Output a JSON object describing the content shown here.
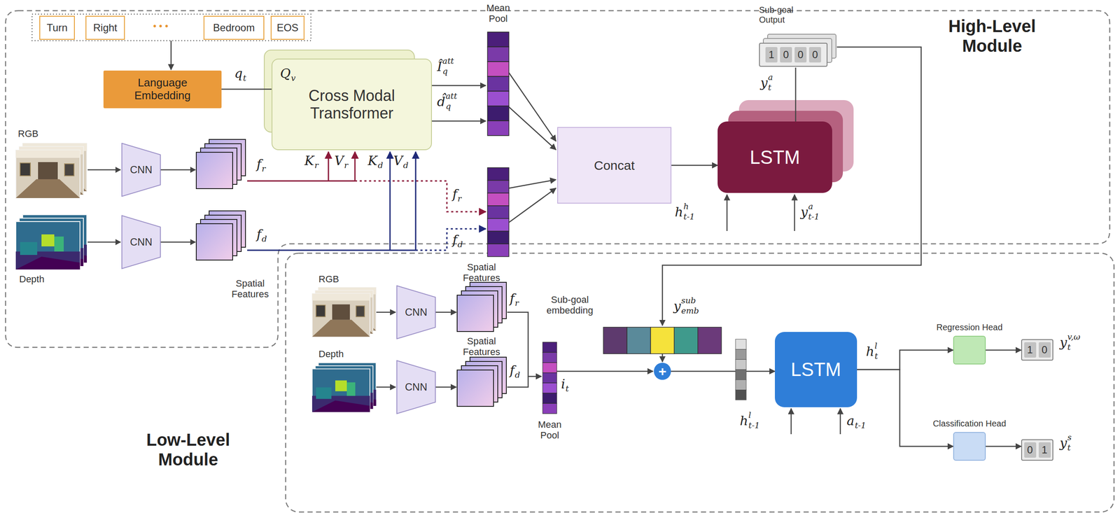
{
  "diagram": {
    "nodes": [
      {
        "text": [
          "High-Level Module"
        ]
      },
      {
        "text": [
          "Turn"
        ],
        "in": 0
      },
      {
        "text": [
          "Right"
        ],
        "in": 0
      },
      {
        "text": [
          "Bedroom"
        ],
        "in": 0
      },
      {
        "text": [
          "EOS"
        ],
        "in": 0
      },
      {
        "text": [
          "Language Embedding"
        ],
        "in": 0
      },
      {
        "text": [
          "Cross Modal Transformer"
        ],
        "in": 0
      },
      {
        "text": [
          "Sub-goal Output",
          "1",
          "0",
          "0",
          "0"
        ],
        "in": 0
      },
      {
        "text": [
          "CNN"
        ],
        "in": 0
      },
      {
        "text": [
          "CNN"
        ],
        "in": 0
      },
      {
        "text": [
          "Concat"
        ],
        "in": 0
      },
      {
        "text": [
          "LSTM"
        ],
        "in": 0
      },
      {
        "text": [
          "Low-Level Module"
        ]
      },
      {
        "text": [
          "CNN"
        ],
        "in": 12
      },
      {
        "text": [
          "CNN"
        ],
        "in": 12
      },
      {
        "text": [
          "+"
        ],
        "in": 12
      },
      {
        "text": [
          "LSTM"
        ],
        "in": 12
      },
      {
        "text": [
          "Regression Head"
        ],
        "in": 12
      },
      {
        "text": [
          "1",
          "0"
        ],
        "in": 12
      },
      {
        "text": [
          "Classification Head"
        ],
        "in": 12
      },
      {
        "text": [
          "0",
          "1"
        ],
        "in": 12
      }
    ],
    "edges": [
      {
        "from": 5,
        "to": 6,
        "arrow": "none"
      },
      {
        "from": 10,
        "to": 11,
        "arrow": "to"
      },
      {
        "from": 11,
        "to": 7,
        "arrow": "none"
      },
      {
        "from": 15,
        "to": 16,
        "arrow": "to"
      },
      {
        "from": 16,
        "to": 17,
        "arrow": "to"
      },
      {
        "from": 16,
        "to": 19,
        "arrow": "to"
      },
      {
        "from": 17,
        "to": 18,
        "arrow": "to"
      },
      {
        "from": 19,
        "to": 20,
        "arrow": "to"
      }
    ],
    "labels": [
      "RGB",
      "Depth",
      "Spatial Features",
      "• • •",
      "q",
      "t",
      "Q",
      "v",
      "Mean Pool",
      "Î",
      "q",
      "att",
      "d̂",
      "q",
      "att",
      "f",
      "r",
      "K",
      "r",
      "V",
      "r",
      "K",
      "d",
      "V",
      "d",
      "f",
      "r",
      "f",
      "d",
      "f",
      "d",
      "y",
      "t",
      "a",
      "h",
      "t-1",
      "h",
      "y",
      "t-1",
      "a",
      "RGB",
      "Depth",
      "Spatial Features",
      "Spatial Features",
      "f",
      "r",
      "f",
      "d",
      "Mean Pool",
      "i",
      "t",
      "Sub-goal embedding",
      "y",
      "emb",
      "sub",
      "h",
      "t-1",
      "l",
      "a",
      "t-1",
      "h",
      "t",
      "l",
      "y",
      "t",
      "v,ω",
      "y",
      "t",
      "s"
    ]
  }
}
